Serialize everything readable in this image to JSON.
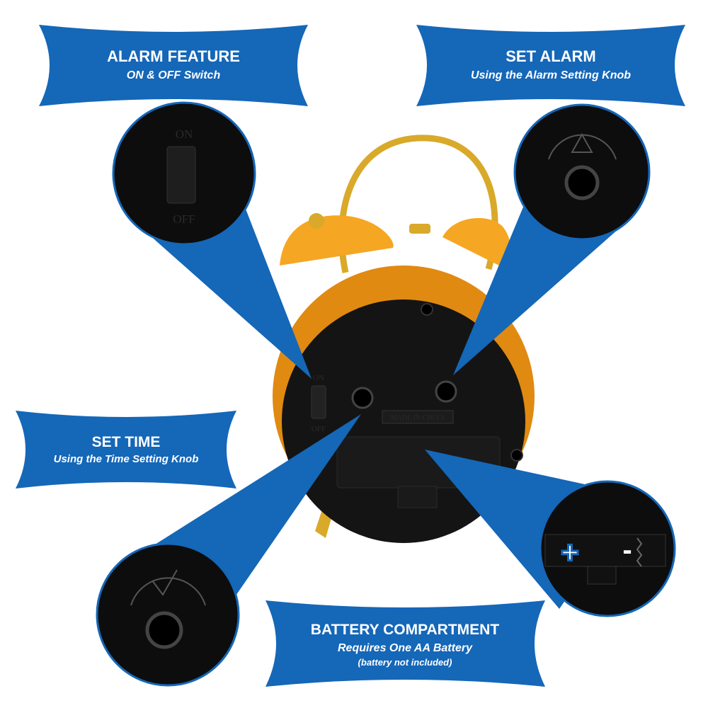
{
  "colors": {
    "banner_blue": "#1567b8",
    "clock_orange": "#f5a623",
    "gold": "#d9a92a",
    "body_black": "#141414"
  },
  "banners": {
    "alarm_feature": {
      "title": "ALARM FEATURE",
      "subtitle": "ON & OFF Switch"
    },
    "set_alarm": {
      "title": "SET ALARM",
      "subtitle": "Using the Alarm Setting Knob"
    },
    "set_time": {
      "title": "SET TIME",
      "subtitle": "Using the Time Setting Knob"
    },
    "battery": {
      "title": "BATTERY COMPARTMENT",
      "subtitle": "Requires One AA Battery",
      "note": "(battery not included)"
    }
  },
  "clock": {
    "switch_on": "ON",
    "switch_off": "OFF",
    "made_in": "MADE IN CHINA"
  },
  "battery_detail": {
    "plus": "+",
    "minus": "-"
  }
}
